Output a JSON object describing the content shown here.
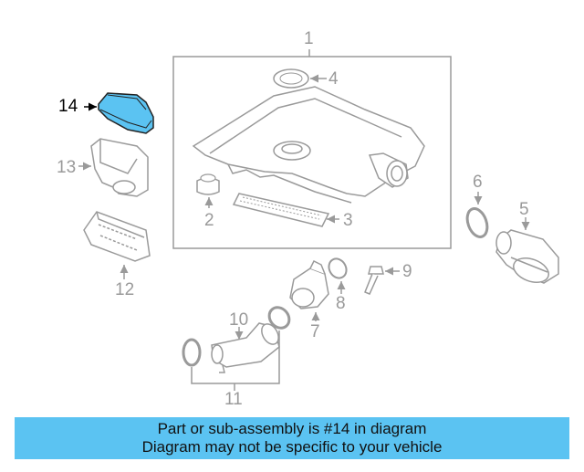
{
  "callouts": {
    "c1": "1",
    "c2": "2",
    "c3": "3",
    "c4": "4",
    "c5": "5",
    "c6": "6",
    "c7": "7",
    "c8": "8",
    "c9": "9",
    "c10": "10",
    "c11": "11",
    "c12": "12",
    "c13": "13",
    "c14": "14"
  },
  "highlighted_part": "14",
  "banner": {
    "line1": "Part or sub-assembly is #14 in diagram",
    "line2": "Diagram may not be specific to your vehicle"
  },
  "colors": {
    "line": "#9a9a9a",
    "highlight_fill": "#5bc3f2",
    "banner": "#5bc3f2"
  }
}
